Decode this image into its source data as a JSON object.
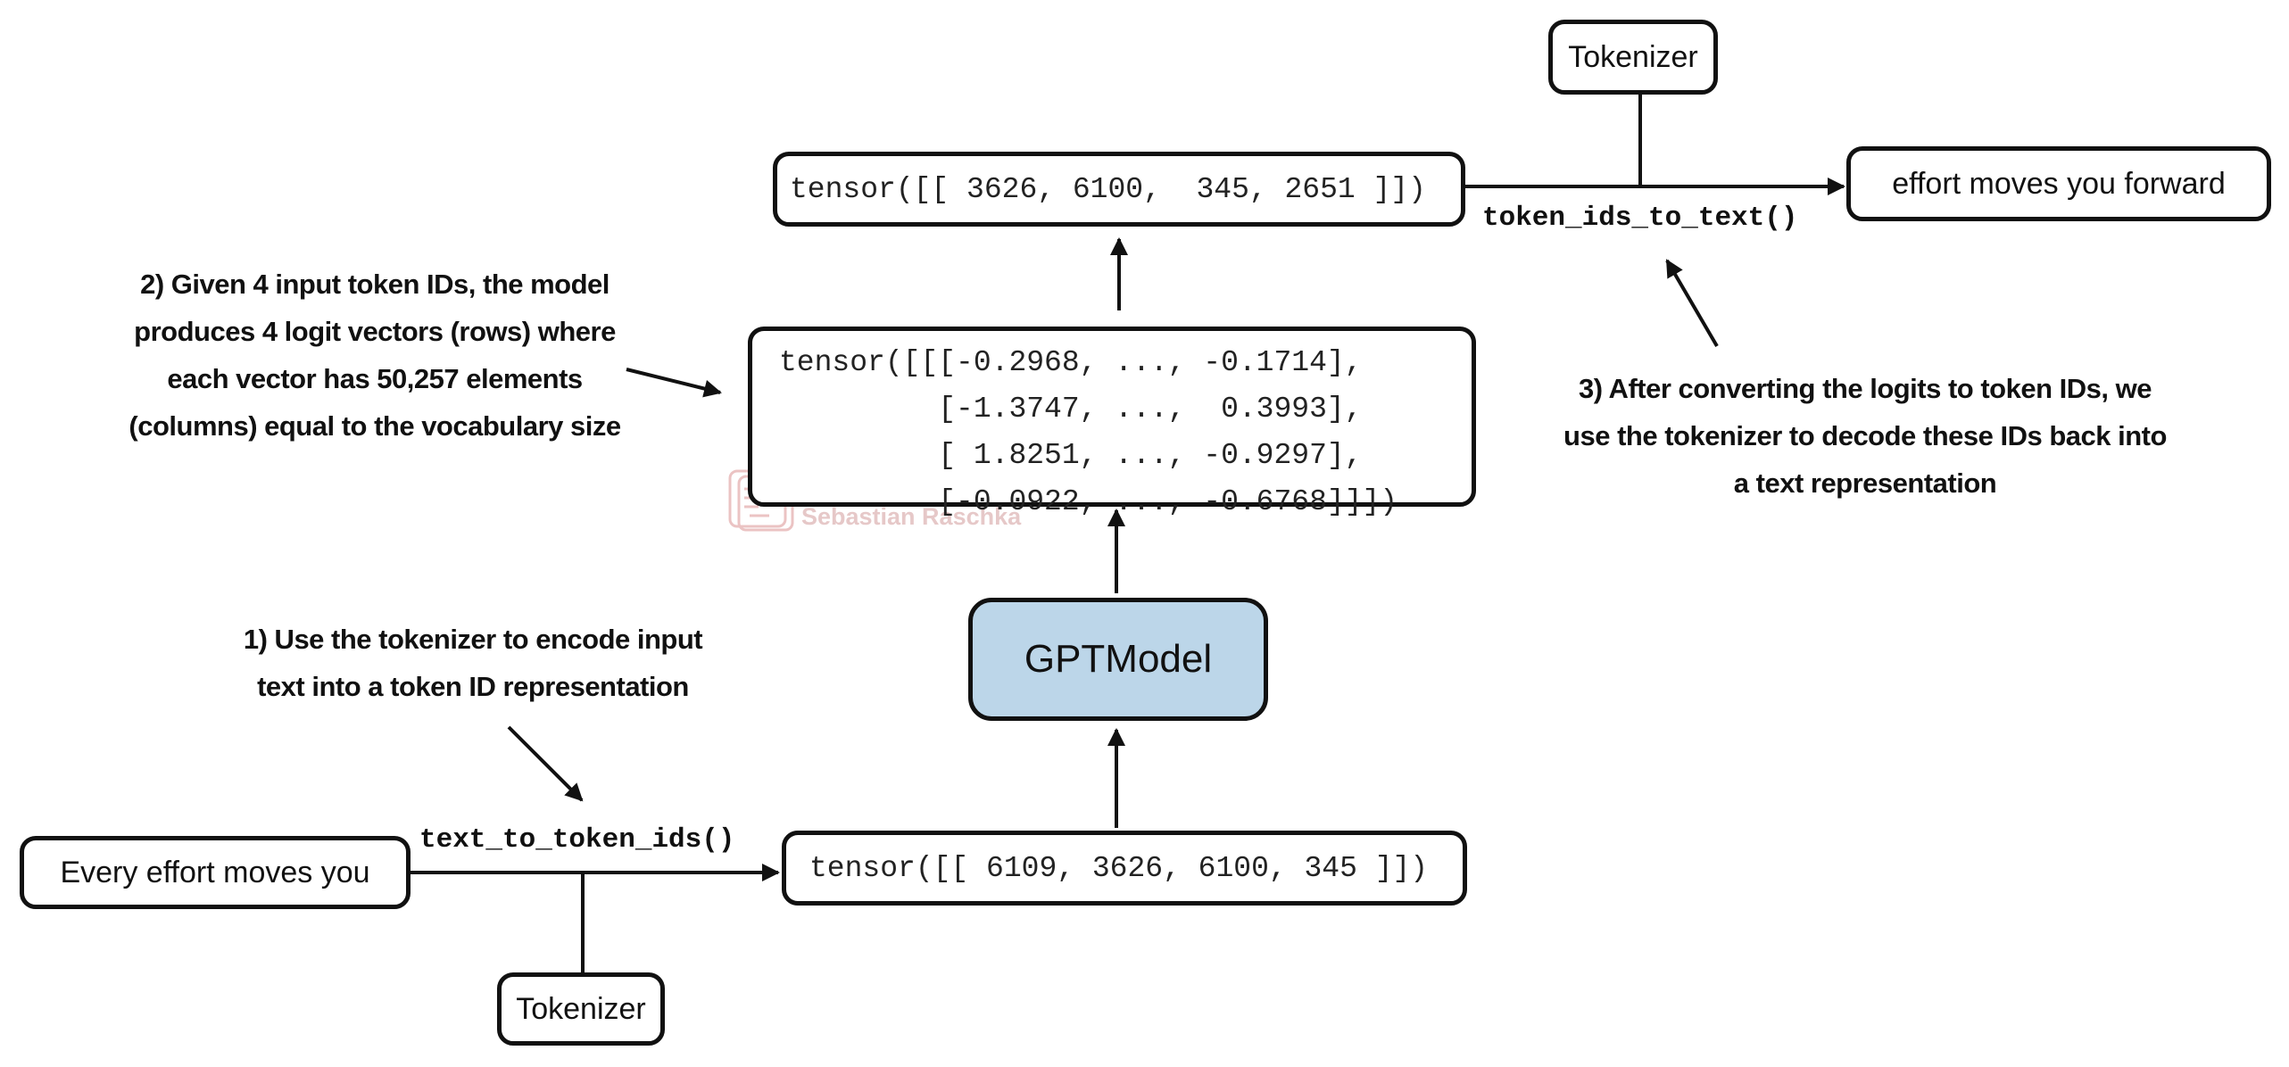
{
  "watermark": {
    "text": "Sebastian Raschka"
  },
  "step1": {
    "note_lines": [
      "1) Use the tokenizer to encode input",
      "text into a token ID representation"
    ],
    "input_text": "Every effort moves you",
    "function": "text_to_token_ids()",
    "tokenizer_label": "Tokenizer",
    "output_tensor": "tensor([[ 6109, 3626, 6100, 345 ]])"
  },
  "model": {
    "label": "GPTModel"
  },
  "step2": {
    "note_lines": [
      "2) Given 4 input token IDs, the model",
      "produces 4 logit vectors (rows) where",
      "each vector has 50,257 elements",
      "(columns) equal to the vocabulary size"
    ],
    "logits_lines": [
      "tensor([[[-0.2968, ..., -0.1714],",
      "         [-1.3747, ...,  0.3993],",
      "         [ 1.8251, ..., -0.9297],",
      "         [-0.0922, ..., -0.6768]]])"
    ]
  },
  "step3": {
    "token_tensor": "tensor([[ 3626, 6100,  345, 2651 ]])",
    "function": "token_ids_to_text()",
    "tokenizer_label": "Tokenizer",
    "output_text": "effort moves you forward",
    "note_lines": [
      "3) After converting the logits to token IDs, we",
      "use the tokenizer to decode these IDs back into",
      "a text representation"
    ]
  }
}
